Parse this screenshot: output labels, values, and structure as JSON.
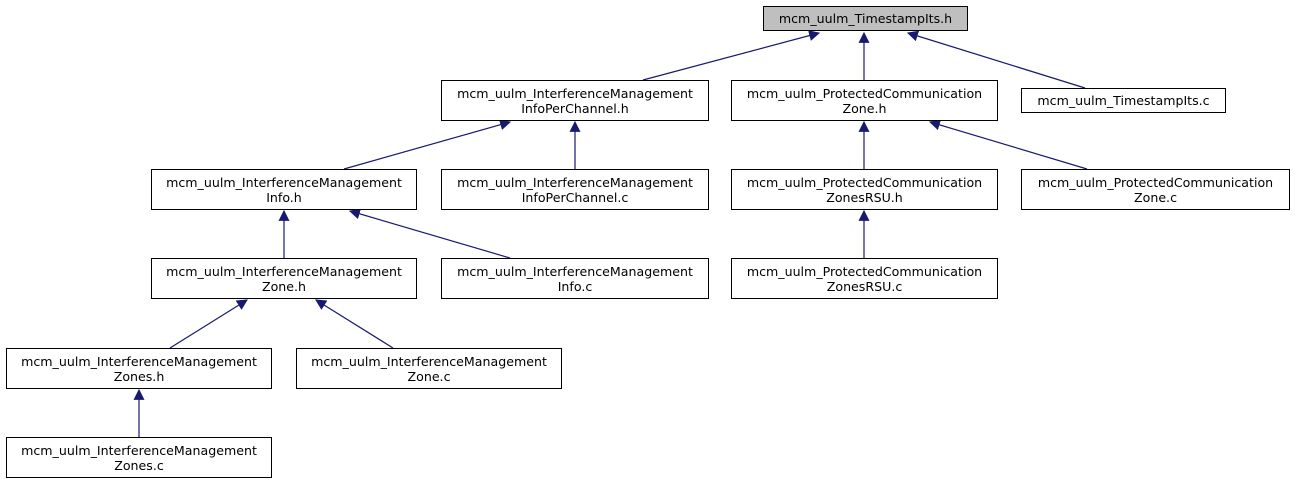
{
  "graph": {
    "nodes": [
      {
        "id": "root",
        "lines": [
          "mcm_uulm_TimestampIts.h"
        ],
        "highlight": true
      },
      {
        "id": "imipc_h",
        "lines": [
          "mcm_uulm_InterferenceManagement",
          "InfoPerChannel.h"
        ]
      },
      {
        "id": "pcz_h",
        "lines": [
          "mcm_uulm_ProtectedCommunication",
          "Zone.h"
        ]
      },
      {
        "id": "ts_c",
        "lines": [
          "mcm_uulm_TimestampIts.c"
        ]
      },
      {
        "id": "imi_h",
        "lines": [
          "mcm_uulm_InterferenceManagement",
          "Info.h"
        ]
      },
      {
        "id": "imipc_c",
        "lines": [
          "mcm_uulm_InterferenceManagement",
          "InfoPerChannel.c"
        ]
      },
      {
        "id": "pczrsu_h",
        "lines": [
          "mcm_uulm_ProtectedCommunication",
          "ZonesRSU.h"
        ]
      },
      {
        "id": "pcz_c",
        "lines": [
          "mcm_uulm_ProtectedCommunication",
          "Zone.c"
        ]
      },
      {
        "id": "imz_h",
        "lines": [
          "mcm_uulm_InterferenceManagement",
          "Zone.h"
        ]
      },
      {
        "id": "imi_c",
        "lines": [
          "mcm_uulm_InterferenceManagement",
          "Info.c"
        ]
      },
      {
        "id": "pczrsu_c",
        "lines": [
          "mcm_uulm_ProtectedCommunication",
          "ZonesRSU.c"
        ]
      },
      {
        "id": "imzs_h",
        "lines": [
          "mcm_uulm_InterferenceManagement",
          "Zones.h"
        ]
      },
      {
        "id": "imz_c",
        "lines": [
          "mcm_uulm_InterferenceManagement",
          "Zone.c"
        ]
      },
      {
        "id": "imzs_c",
        "lines": [
          "mcm_uulm_InterferenceManagement",
          "Zones.c"
        ]
      }
    ],
    "edges": [
      {
        "from": "imipc_h",
        "to": "root"
      },
      {
        "from": "pcz_h",
        "to": "root"
      },
      {
        "from": "ts_c",
        "to": "root"
      },
      {
        "from": "imi_h",
        "to": "imipc_h"
      },
      {
        "from": "imipc_c",
        "to": "imipc_h"
      },
      {
        "from": "pczrsu_h",
        "to": "pcz_h"
      },
      {
        "from": "pcz_c",
        "to": "pcz_h"
      },
      {
        "from": "imz_h",
        "to": "imi_h"
      },
      {
        "from": "imi_c",
        "to": "imi_h"
      },
      {
        "from": "pczrsu_c",
        "to": "pczrsu_h"
      },
      {
        "from": "imzs_h",
        "to": "imz_h"
      },
      {
        "from": "imz_c",
        "to": "imz_h"
      },
      {
        "from": "imzs_c",
        "to": "imzs_h"
      }
    ],
    "colors": {
      "edge": "#191970",
      "border": "#000000",
      "root_fill": "#bfbfbf",
      "node_fill": "#ffffff"
    }
  }
}
